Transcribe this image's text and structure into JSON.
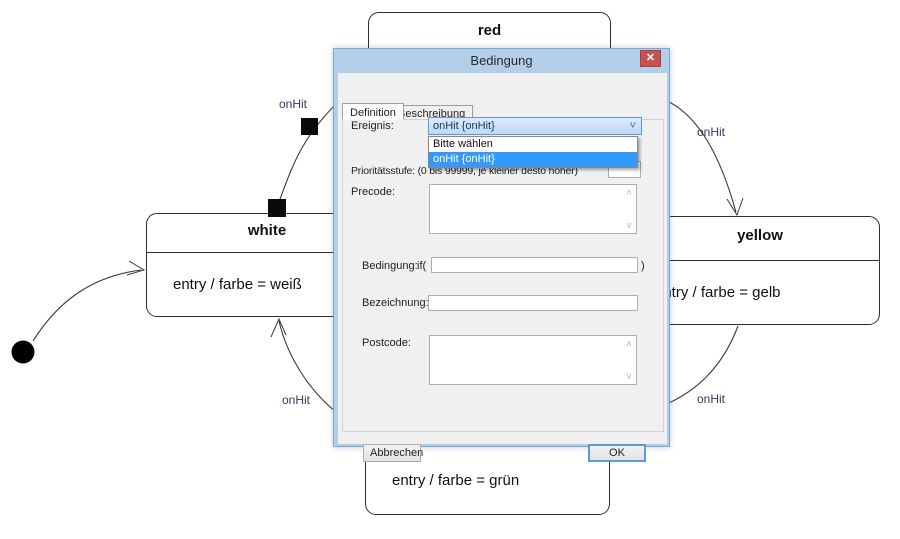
{
  "dialog": {
    "title": "Bedingung",
    "icons": {
      "close": "✕",
      "combo_chevron": "˅",
      "scroll_up": "∧",
      "scroll_down": "∨"
    },
    "tabs": {
      "definition": "Definition",
      "beschreibung": "Beschreibung"
    },
    "fields": {
      "ereignis_label": "Ereignis:",
      "ereignis_value": "onHit {onHit}",
      "prioritaet_label": "Prioritätsstufe: (0 bis 99999, je kleiner desto höher)",
      "prioritaet_value": "",
      "precode_label": "Precode:",
      "bedingung_label": "Bedingung:",
      "if_prefix": "if(",
      "if_suffix": ")",
      "bezeichnung_label": "Bezeichnung:",
      "postcode_label": "Postcode:"
    },
    "dropdown": {
      "options": {
        "0": "Bitte wählen",
        "1": "onHit {onHit}"
      }
    },
    "buttons": {
      "cancel": "Abbrechen",
      "ok": "OK"
    }
  },
  "diagram": {
    "states": {
      "red": {
        "title": "red"
      },
      "white": {
        "title": "white",
        "body": "entry / farbe = weiß"
      },
      "yellow": {
        "title": "yellow",
        "body": "entry / farbe = gelb"
      },
      "green": {
        "body": "entry / farbe = grün"
      }
    },
    "labels": {
      "top_left": "onHit",
      "top_right": "onHit",
      "bottom_left": "onHit",
      "bottom_right": "onHit"
    }
  }
}
